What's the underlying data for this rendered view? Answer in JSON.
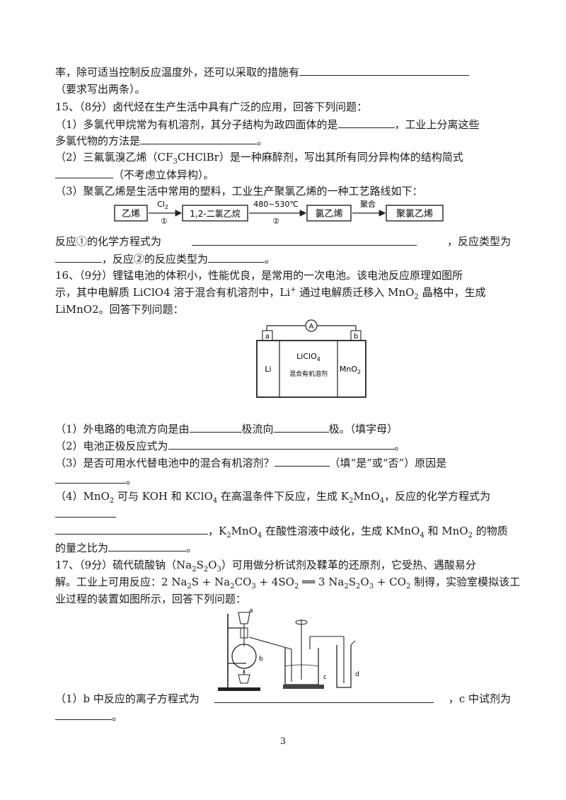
{
  "l1": {
    "text": "率，除可适当控制反应温度外，还可以采取的措施有"
  },
  "l2": {
    "text": "（要求写出两条）。"
  },
  "q15": {
    "title": "15、（8分）卤代烃在生产生活中具有广泛的应用，回答下列问题：",
    "p1a": "（1）多氯代甲烷常为有机溶剂，其分子结构为政四面体的是",
    "p1b": "，工业上分离这些",
    "p1c": "多氯代物的方法是",
    "p1d": "。",
    "p2a": "（2）三氟氯溴乙烯（CF",
    "p2b": "CHClBr）是一种麻醉剂，写出其所有同分异构体的结构简式",
    "p2c": "（不考虑立体异构）。",
    "p3": "（3）聚氯乙烯是生活中常用的塑料，工业生产聚氯乙烯的一种工艺路线如下：",
    "r1a": "反应①的化学方程式为",
    "r1b": "，反应类型为",
    "r2a": "，反应②的反应类型为",
    "r2b": "。"
  },
  "flow": {
    "box1": "乙烯",
    "box2": "1,2-二氯乙烷",
    "box3": "氯乙烯",
    "box4": "聚氯乙烯",
    "a1_top": "Cl",
    "a1_sub": "2",
    "a1_bot": "①",
    "a2_top": "480~530℃",
    "a2_bot": "②",
    "a3_top": "聚合"
  },
  "q16": {
    "l1": "16、（9分）锂锰电池的体积小，性能优良，是常用的一次电池。该电池反应原理如图所",
    "l2a": "示，其中电解质 LiClO4 溶于混合有机溶剂中，Li",
    "l2sup": "+",
    "l2b": " 通过电解质迁移入 MnO",
    "l2sub": "2",
    "l2c": " 晶格中，生成",
    "l3": "LiMnO2。回答下列问题：",
    "b1a": "（1）外电路的电流方向是由",
    "b1b": "极流向",
    "b1c": "极。（填字母）",
    "b2a": "（2）电池正极反应式为",
    "b2b": "。",
    "b3a": "（3）是否可用水代替电池中的混合有机溶剂？",
    "b3b": "（填“是”或“否”）原因是",
    "b3c": "。",
    "b4a": "（4）MnO",
    "b4b": " 可与 KOH 和 KClO",
    "b4c": " 在高温条件下反应，生成 K",
    "b4d": "MnO",
    "b4e": "，反应的化学方程式为",
    "b5a": "，K",
    "b5b": "MnO",
    "b5c": " 在酸性溶液中歧化，生成 KMnO",
    "b5d": " 和 MnO",
    "b5e": " 的物质",
    "b6a": "的量之比为",
    "b6b": "。"
  },
  "battery": {
    "a": "a",
    "b": "b",
    "meter": "A",
    "left": "Li",
    "mid_top": "LiClO",
    "mid_sub": "4",
    "mid_bottom": "混合有机溶剂",
    "right": "MnO",
    "right_sub": "2"
  },
  "q17": {
    "l1a": "17、（9分）硫代硫酸钠（Na",
    "l1b": "S",
    "l1c": "O",
    "l1d": "）可用做分析试剂及鞣革的还原剂，它受热、遇酸易分",
    "l2a": "解。工业上可用反应：2 Na",
    "l2b": "S + Na",
    "l2c": "CO",
    "l2d": " + 4SO",
    "l2e": " ══ 3 Na",
    "l2f": "S",
    "l2g": "O",
    "l2h": " + CO",
    "l2i": " 制得，实验室模拟该工",
    "l3": "业过程的装置如图所示，回答下列问题：",
    "b1a": "（1）b 中反应的离子方程式为",
    "b1b": "，c 中试剂为",
    "b1c": "。"
  },
  "apparatus": {
    "a": "a",
    "b": "b",
    "c": "c",
    "d": "d"
  },
  "page_number": "3"
}
